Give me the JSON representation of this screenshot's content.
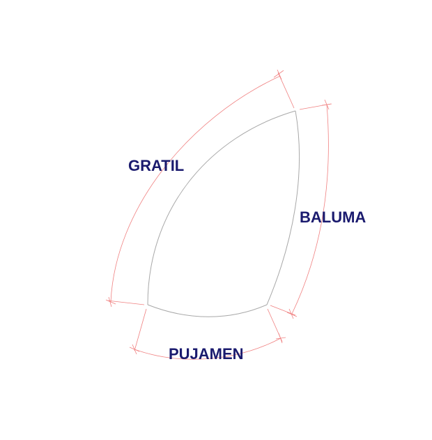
{
  "diagram": {
    "labels": {
      "luff": "GRATIL",
      "leech": "BALUMA",
      "foot": "PUJAMEN"
    },
    "colors": {
      "outline": "#a8a8a8",
      "dimension": "#f08080",
      "label": "#1a1a6e"
    }
  }
}
